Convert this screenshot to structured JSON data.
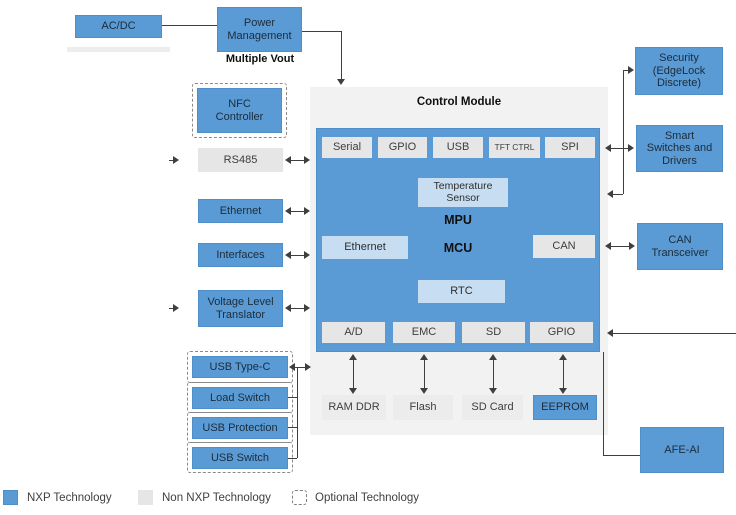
{
  "colors": {
    "nxp_blue": "#5b9bd5",
    "light_blue": "#c7ddf1",
    "non_nxp_gray": "#e7e6e6",
    "container_gray": "#f2f2f2"
  },
  "power": {
    "acdc": "AC/DC",
    "power_management": "Power\nManagement",
    "multiple_vout": "Multiple Vout"
  },
  "left_column": {
    "nfc": "NFC\nController",
    "rs485": "RS485",
    "ethernet": "Ethernet",
    "interfaces": "Interfaces",
    "voltage_level_translator": "Voltage Level\nTranslator",
    "usb_type_c": "USB Type-C",
    "load_switch": "Load Switch",
    "usb_protection": "USB Protection",
    "usb_switch": "USB Switch"
  },
  "control_module": {
    "title": "Control Module",
    "top_ports": [
      "Serial",
      "GPIO",
      "USB",
      "TFT CTRL",
      "SPI"
    ],
    "temperature_sensor": "Temperature\nSensor",
    "mpu": "MPU",
    "mcu": "MCU",
    "ethernet": "Ethernet",
    "can": "CAN",
    "rtc": "RTC",
    "bottom_ports": [
      "A/D",
      "EMC",
      "SD",
      "GPIO"
    ]
  },
  "memory": [
    "RAM DDR",
    "Flash",
    "SD Card",
    "EEPROM"
  ],
  "right_column": {
    "security": "Security\n(EdgeLock\nDiscrete)",
    "smart_switches": "Smart\nSwitches and\nDrivers",
    "can_transceiver": "CAN\nTransceiver",
    "afe_ai": "AFE-AI"
  },
  "legend": {
    "nxp": "NXP Technology",
    "non_nxp": "Non NXP Technology",
    "optional": "Optional Technology"
  }
}
